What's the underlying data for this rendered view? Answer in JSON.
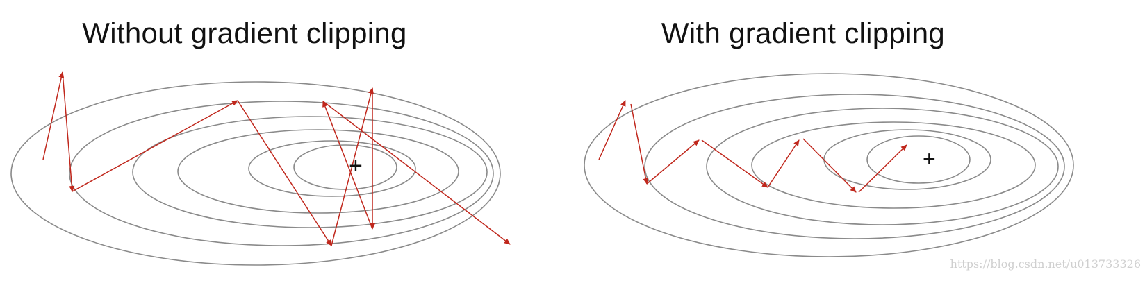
{
  "left_panel": {
    "title": "Without gradient clipping",
    "center_marker": "+"
  },
  "right_panel": {
    "title": "With gradient clipping",
    "center_marker": "+"
  },
  "watermark": "https://blog.csdn.net/u013733326",
  "colors": {
    "contour": "#8a8a8a",
    "arrow": "#c0271c",
    "text": "#111111"
  }
}
